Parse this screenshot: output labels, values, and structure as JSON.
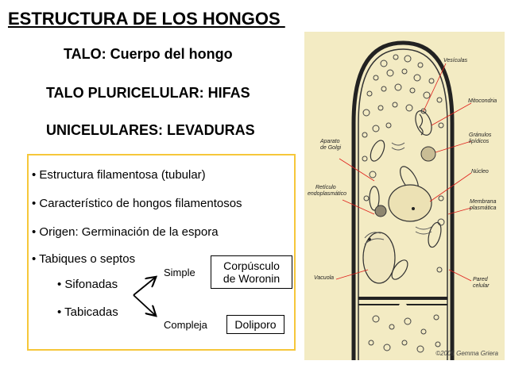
{
  "title": "ESTRUCTURA DE LOS HONGOS ",
  "headings": {
    "talo": "TALO: Cuerpo del hongo",
    "pluricelular": "TALO PLURICELULAR: HIFAS",
    "unicelulares": "UNICELULARES: LEVADURAS"
  },
  "bullets": [
    "• Estructura filamentosa (tubular)",
    "• Característico de hongos filamentosos",
    "• Origen: Germinación de la espora",
    "• Tabiques o septos"
  ],
  "sub_bullets": [
    "• Sifonadas",
    "• Tabicadas"
  ],
  "branch": {
    "simple_label": "Simple",
    "simple_box_line1": "Corpúsculo",
    "simple_box_line2": "de Woronin",
    "complex_label": "Compleja",
    "complex_box": "Doliporo"
  },
  "diagram": {
    "labels": {
      "vesiculas": "Vesículas",
      "mitocondria": "Mitocondria",
      "granulos_1": "Gránulos",
      "granulos_2": "lipídicos",
      "nucleo": "Núcleo",
      "membrana_1": "Membrana",
      "membrana_2": "plasmática",
      "pared_1": "Pared",
      "pared_2": "celular",
      "golgi_1": "Aparato",
      "golgi_2": "de Golgi",
      "reticulo_1": "Retículo",
      "reticulo_2": "endoplasmático",
      "vacuola": "Vacuola"
    },
    "credit": "©2005 Gemma Griera"
  },
  "colors": {
    "box_border": "#f6c73a",
    "diagram_bg": "#f3ebc3",
    "label_line": "#e0201b"
  }
}
